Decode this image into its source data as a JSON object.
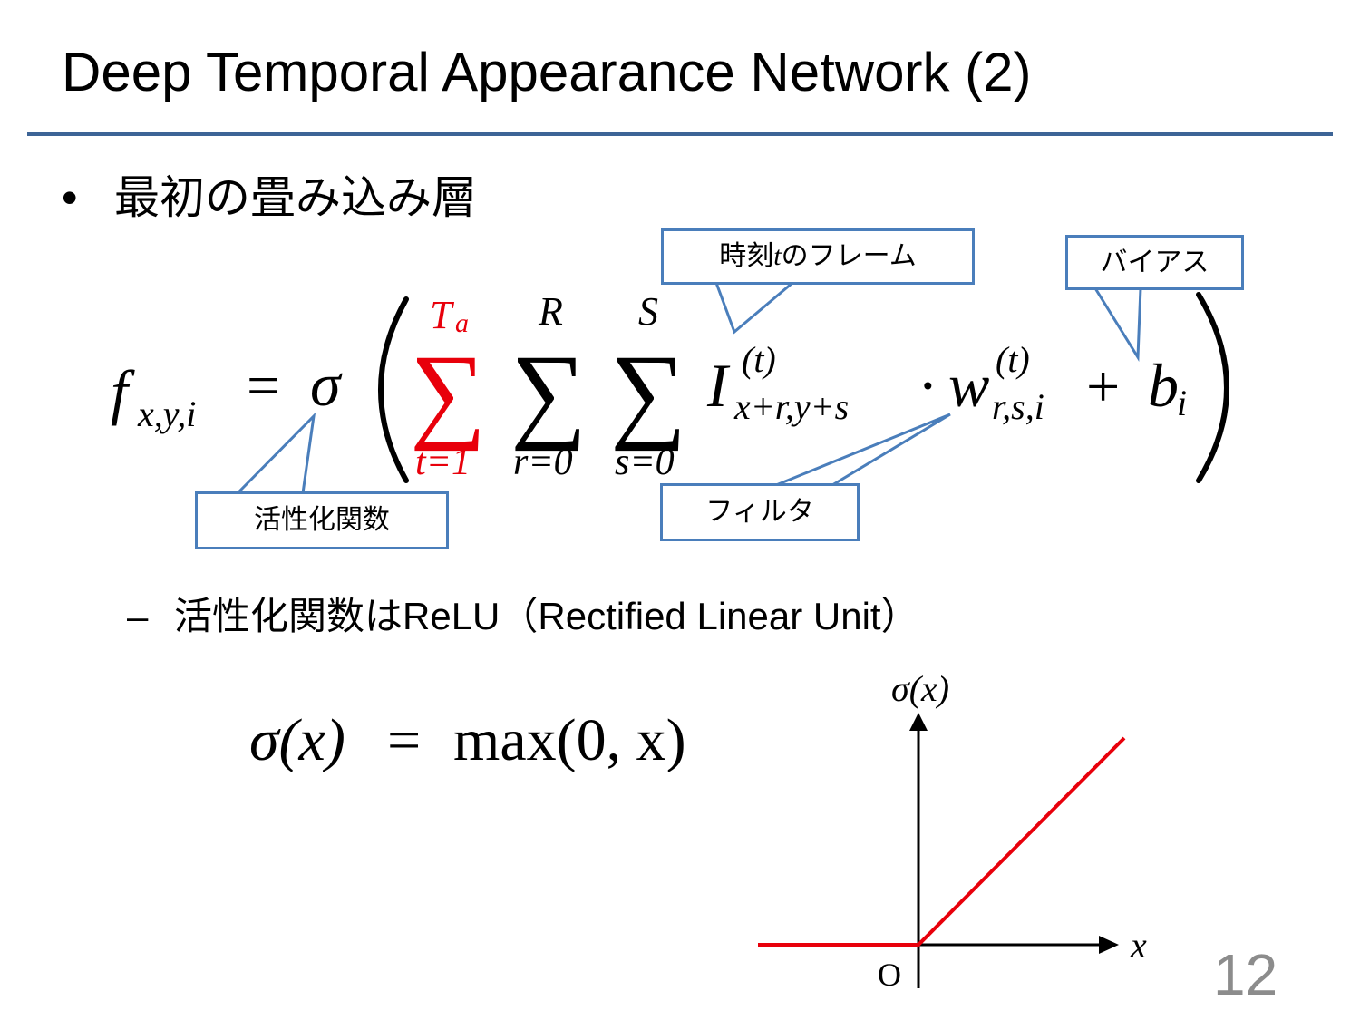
{
  "slide": {
    "title": "Deep Temporal Appearance Network (2)",
    "bullet": "•",
    "bullet_text": "最初の畳み込み層",
    "sub_dash": "–",
    "sub_text": "活性化関数はReLU（Rectified Linear Unit）",
    "page_number": "12"
  },
  "callouts": {
    "frame_prefix": "時刻",
    "frame_t": "t",
    "frame_suffix": "のフレーム",
    "bias": "バイアス",
    "activation": "活性化関数",
    "filter": "フィルタ"
  },
  "formula": {
    "f": "f",
    "f_sub": "x,y,i",
    "eq": "=",
    "sigma": "σ",
    "sum_glyph": "∑",
    "sum1_top": "T",
    "sum1_top_sub": "a",
    "sum1_bottom": "t=1",
    "sum2_top": "R",
    "sum2_bottom": "r=0",
    "sum3_top": "S",
    "sum3_bottom": "s=0",
    "I": "I",
    "I_sup": "(t)",
    "I_sub": "x+r,y+s",
    "dot": "·",
    "w": "w",
    "w_sup": "(t)",
    "w_sub": "r,s,i",
    "plus": "+",
    "b": "b",
    "b_sub": "i",
    "accent_color": "#e8000b"
  },
  "relu": {
    "formula_lhs": "σ(x)",
    "formula_eq": "=",
    "formula_rhs": "max(0, x)",
    "y_label": "σ(x)",
    "x_label": "x",
    "origin_label": "O",
    "line_color": "#e8000b"
  }
}
